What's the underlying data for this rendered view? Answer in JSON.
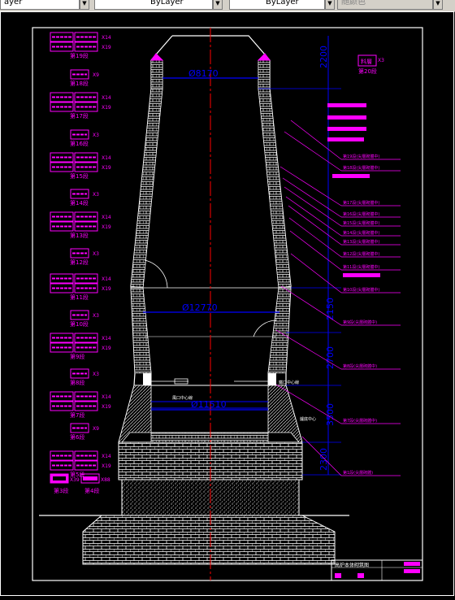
{
  "toolbar": {
    "layer_left": "ayer",
    "linetype": "ByLayer",
    "lineweight": "ByLayer",
    "plotstyle": "随颜色"
  },
  "drawing": {
    "dimensions": {
      "top_width": "Ø8170",
      "mid_width": "Ø12770",
      "bottom_width": "Ø11510",
      "h_top": "2200",
      "h_mid": "2150",
      "h_lower": "2700",
      "h_bottom": "3500",
      "h_base": "2300"
    },
    "legend": [
      {
        "label": "第19段",
        "mult": [
          "X14",
          "X19"
        ]
      },
      {
        "label": "第18段",
        "mult": [
          "X9"
        ]
      },
      {
        "label": "第17段",
        "mult": [
          "X14",
          "X19"
        ]
      },
      {
        "label": "第16段",
        "mult": [
          "X3"
        ]
      },
      {
        "label": "第15段",
        "mult": [
          "X14",
          "X19"
        ]
      },
      {
        "label": "第14段",
        "mult": [
          "X3"
        ]
      },
      {
        "label": "第13段",
        "mult": [
          "X14",
          "X19"
        ]
      },
      {
        "label": "第12段",
        "mult": [
          "X3"
        ]
      },
      {
        "label": "第11段",
        "mult": [
          "X14",
          "X19"
        ]
      },
      {
        "label": "第10段",
        "mult": [
          "X3"
        ]
      },
      {
        "label": "第9段",
        "mult": [
          "X14",
          "X19"
        ]
      },
      {
        "label": "第8段",
        "mult": [
          "X3"
        ]
      },
      {
        "label": "第7段",
        "mult": [
          "X14",
          "X19"
        ]
      },
      {
        "label": "第6段",
        "mult": [
          "X9"
        ]
      },
      {
        "label": "第5段",
        "mult": [
          "X14",
          "X19"
        ]
      }
    ],
    "legend_bottom": {
      "left_label": "第3段",
      "left_mult": "X39",
      "right_label": "第4段",
      "right_mult": "X88"
    },
    "top_right_block": {
      "text": "料層",
      "mult": "X3",
      "label": "第20段"
    },
    "annotations": [
      "第19段(尖層砌體中)",
      "第18段(尖層砌體中)",
      "第17段(尖層砌體中)",
      "第16段(尖層砌體中)",
      "第15段(尖層砌體中)",
      "第14段(尖層砌體中)",
      "第13段(尖層砌體中)",
      "第12段(尖層砌體中)",
      "第11段(尖層砌體中)",
      "第10段(尖層砌體中)",
      "第9段(尖層砌體中)",
      "第8段(尖層砌體中)",
      "第7段(尖層砌體中)",
      "第1段(尖層砌體)"
    ],
    "small_labels": [
      "風口中心線",
      "鐵口中心線",
      "爐底中心"
    ],
    "title_block": {
      "title": "高炉本体砌筑图"
    }
  }
}
